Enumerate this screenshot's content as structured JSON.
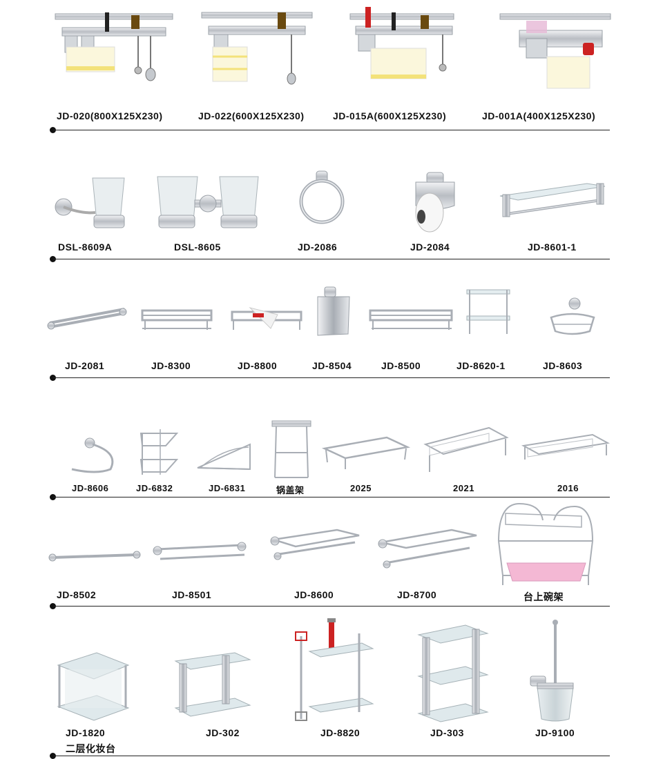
{
  "rows": [
    {
      "items": [
        {
          "code": "JD-020(800X125X230)"
        },
        {
          "code": "JD-022(600X125X230)"
        },
        {
          "code": "JD-015A(600X125X230)"
        },
        {
          "code": "JD-001A(400X125X230)"
        }
      ]
    },
    {
      "items": [
        {
          "code": "DSL-8609A"
        },
        {
          "code": "DSL-8605"
        },
        {
          "code": "JD-2086"
        },
        {
          "code": "JD-2084"
        },
        {
          "code": "JD-8601-1"
        }
      ]
    },
    {
      "items": [
        {
          "code": "JD-2081"
        },
        {
          "code": "JD-8300"
        },
        {
          "code": "JD-8800"
        },
        {
          "code": "JD-8504"
        },
        {
          "code": "JD-8500"
        },
        {
          "code": "JD-8620-1"
        },
        {
          "code": "JD-8603"
        }
      ]
    },
    {
      "items": [
        {
          "code": "JD-8606"
        },
        {
          "code": "JD-6832"
        },
        {
          "code": "JD-6831"
        },
        {
          "code": "锅盖架"
        },
        {
          "code": "2025"
        },
        {
          "code": "2021"
        },
        {
          "code": "2016"
        }
      ]
    },
    {
      "items": [
        {
          "code": "JD-8502"
        },
        {
          "code": "JD-8501"
        },
        {
          "code": "JD-8600"
        },
        {
          "code": "JD-8700"
        },
        {
          "code": "台上碗架"
        }
      ]
    },
    {
      "items": [
        {
          "code": "JD-1820",
          "subtitle": "二层化妆台"
        },
        {
          "code": "JD-302"
        },
        {
          "code": "JD-8820"
        },
        {
          "code": "JD-303"
        },
        {
          "code": "JD-9100"
        }
      ]
    }
  ],
  "colors": {
    "metal": "#c9ccd1",
    "metal_dark": "#8e939a",
    "glass": "#dfe9ec",
    "towel_yellow": "#f3e27a",
    "pink_tray": "#f4b8d4",
    "red_accent": "#cc2222",
    "divider": "#222222"
  }
}
